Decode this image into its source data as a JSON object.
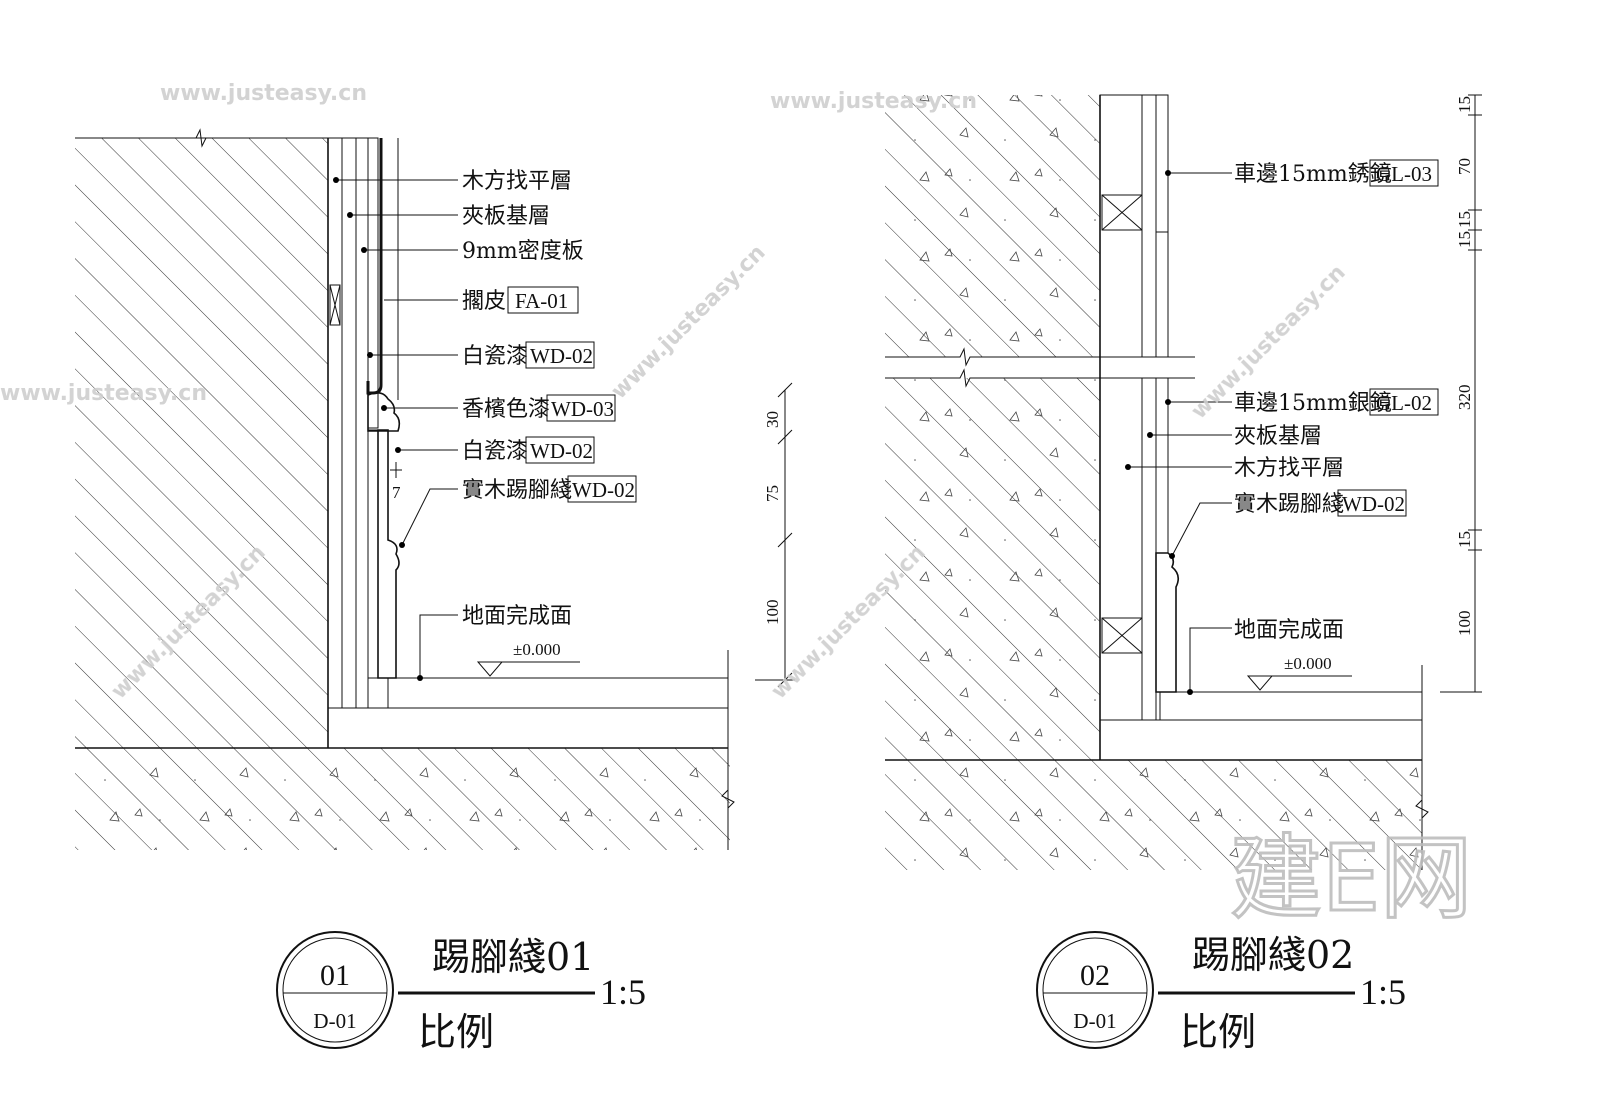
{
  "watermark": {
    "logo": "建E网",
    "site": "www.justeasy.cn"
  },
  "detail_01": {
    "labels": [
      {
        "text": "木方找平層",
        "code": ""
      },
      {
        "text": "夾板基層",
        "code": ""
      },
      {
        "text": "9mm密度板",
        "code": ""
      },
      {
        "text": "擱皮",
        "code": "FA-01"
      },
      {
        "text": "白瓷漆",
        "code": "WD-02"
      },
      {
        "text": "香檳色漆",
        "code": "WD-03"
      },
      {
        "text": "白瓷漆",
        "code": "WD-02"
      },
      {
        "text": "實木踢腳綫",
        "code": "WD-02"
      }
    ],
    "gap_dim": "7",
    "dims": [
      "30",
      "75",
      "100"
    ],
    "floor_label": "地面完成面",
    "level": "±0.000",
    "title": "踢腳綫01",
    "number": "01",
    "sheet": "D-01",
    "scale": "1:5",
    "scale_label": "比例"
  },
  "detail_02": {
    "labels": [
      {
        "text": "車邊15mm銹鏡",
        "code": "GL-03"
      },
      {
        "text": "車邊15mm銀鏡",
        "code": "GL-02"
      },
      {
        "text": "夾板基層",
        "code": ""
      },
      {
        "text": "木方找平層",
        "code": ""
      },
      {
        "text": "實木踢腳綫",
        "code": "WD-02"
      }
    ],
    "dims": [
      "15",
      "70",
      "15",
      "15",
      "320",
      "15",
      "100"
    ],
    "floor_label": "地面完成面",
    "level": "±0.000",
    "title": "踢腳綫02",
    "number": "02",
    "sheet": "D-01",
    "scale": "1:5",
    "scale_label": "比例"
  }
}
